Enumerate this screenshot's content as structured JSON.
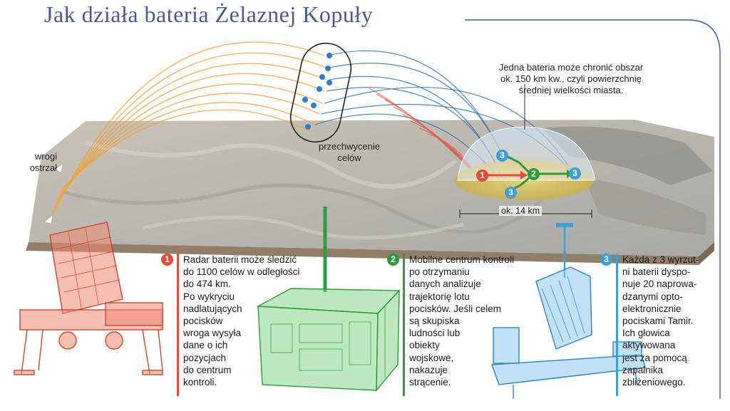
{
  "title": "Jak działa bateria Żelaznej Kopuły",
  "colors": {
    "title": "#4a5a8a",
    "radar": "#e8604a",
    "control": "#4aa64e",
    "launcher": "#3b9fd8",
    "blue_line": "#2f6fb3"
  },
  "labels": {
    "enemy_fire": [
      "wrogi",
      "ostrzał"
    ],
    "interception": [
      "przechwycenie",
      "celów"
    ],
    "coverage": [
      "Jedna bateria może chronić obszar",
      "ok. 150 km kw., czyli powierzchnię",
      "średniej wielkości miasta."
    ],
    "distance": "ok. 14 km"
  },
  "markers": {
    "m1": "1",
    "m2": "2",
    "m3": "3"
  },
  "sections": [
    {
      "number": "1",
      "lines": [
        "Radar baterii może śledzić",
        "do 1100 celów w odległości",
        "do 474 km.",
        "Po wykryciu",
        "nadlatujących",
        "pocisków",
        "wroga wysyła",
        "dane o ich",
        "pozycjach",
        "do centrum",
        "kontroli."
      ]
    },
    {
      "number": "2",
      "lines": [
        "Mobilne centrum kontroli",
        "po otrzymaniu",
        "danych analizuje",
        "trajektorię lotu",
        "pocisków. Jeśli celem",
        "są skupiska",
        "ludności lub",
        "obiekty",
        "wojskowe,",
        "nakazuje",
        "strącenie."
      ]
    },
    {
      "number": "3",
      "lines": [
        "Każda z 3 wyrzut-",
        "ni baterii dyspo-",
        "nuje 20 naprowa-",
        "dzanymi opto-",
        "elektronicznie",
        "pociskami Tamir.",
        "Ich głowica",
        "aktywowana",
        "jest za pomocą",
        "zapalnika",
        "zbliżeniowego."
      ]
    }
  ]
}
